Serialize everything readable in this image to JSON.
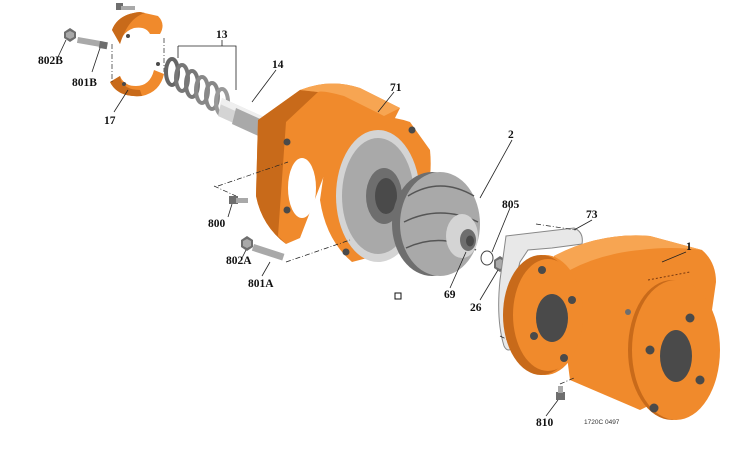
{
  "callouts": [
    {
      "id": "802B",
      "label": "802B"
    },
    {
      "id": "801B",
      "label": "801B"
    },
    {
      "id": "17",
      "label": "17"
    },
    {
      "id": "13",
      "label": "13"
    },
    {
      "id": "14",
      "label": "14"
    },
    {
      "id": "71",
      "label": "71"
    },
    {
      "id": "2",
      "label": "2"
    },
    {
      "id": "800",
      "label": "800"
    },
    {
      "id": "802A",
      "label": "802A"
    },
    {
      "id": "801A",
      "label": "801A"
    },
    {
      "id": "805",
      "label": "805"
    },
    {
      "id": "73",
      "label": "73"
    },
    {
      "id": "1",
      "label": "1"
    },
    {
      "id": "69",
      "label": "69"
    },
    {
      "id": "26",
      "label": "26"
    },
    {
      "id": "810",
      "label": "810"
    }
  ],
  "drawing_code": "1720C 0497",
  "colors": {
    "part_orange": "#f08a2c",
    "part_grey": "#a9a9a9",
    "line": "#222222"
  }
}
